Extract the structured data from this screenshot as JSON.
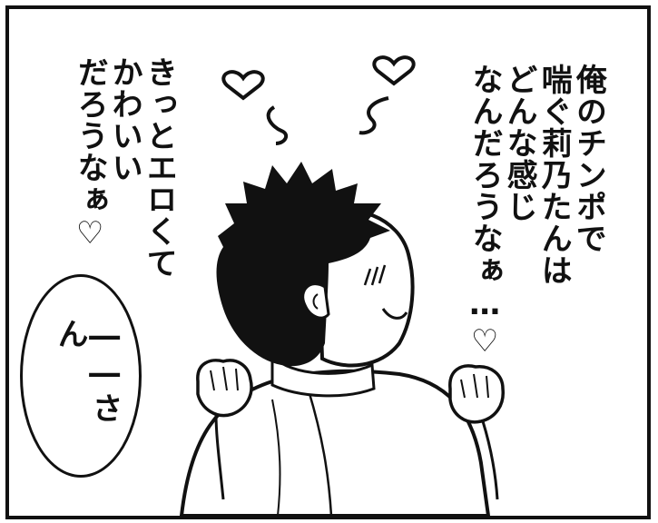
{
  "panel": {
    "thought_right": {
      "lines": [
        "俺のチンポで",
        "喘ぐ莉乃たんは",
        "どんな感じ",
        "なんだろうなぁ…♡"
      ]
    },
    "thought_left": {
      "lines": [
        "きっとエロくて",
        "かわいい",
        "だろうなぁ♡"
      ]
    },
    "speech_bubble": {
      "text": "――さん"
    }
  }
}
